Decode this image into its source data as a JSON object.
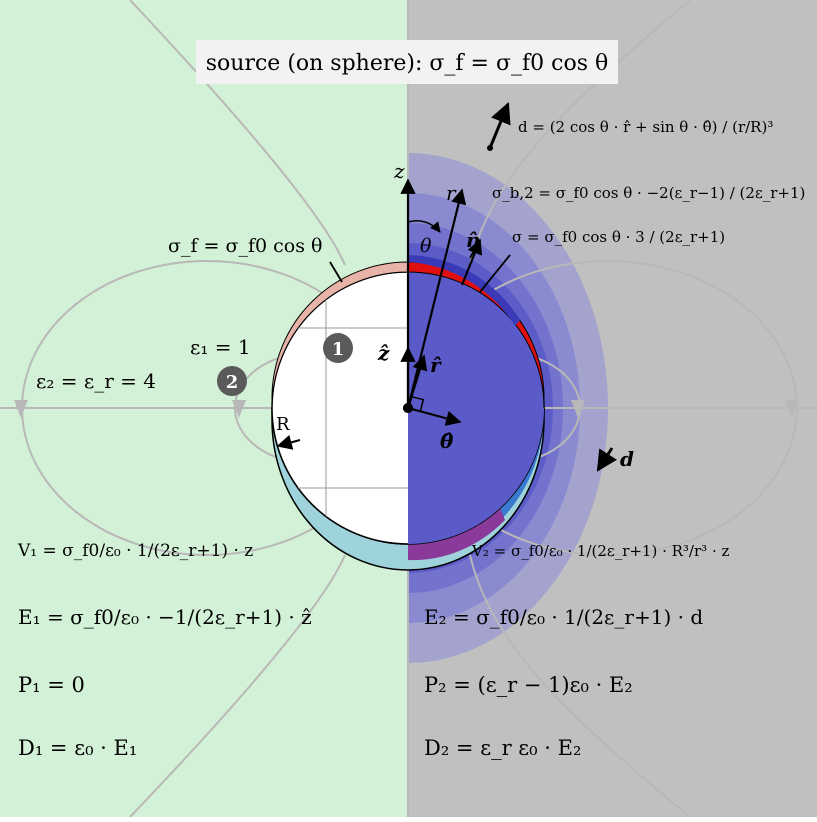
{
  "colors": {
    "left_bg": "#d3f1d7",
    "right_bg": "#c0c0c0",
    "sphere_fill": "#ffffff",
    "blue_inner": "#5a5ac8",
    "red_cap": "#e01010",
    "salmon_cap": "#e8b3a8",
    "cyan_cap": "#9fd3dc",
    "field_line": "#b8b8b8",
    "badge_fill": "#5a5a5a"
  },
  "title": "source (on sphere): σ_f = σ_f0 cos θ",
  "labels": {
    "z_axis": "z",
    "r_axis": "r",
    "theta": "θ",
    "n_hat": "n̂",
    "z_hat": "ẑ",
    "r_hat": "r̂",
    "theta_hat": "θ̂",
    "radius": "R",
    "d_bold": "d",
    "eps1": "ε₁ = 1",
    "eps2": "ε₂ = ε_r = 4",
    "badge1": "1",
    "badge2": "2",
    "sigma_f": "σ_f = σ_f0 cos θ",
    "sigma_b2": "σ_b,2 = σ_f0 cos θ · −2(ε_r−1) / (2ε_r+1)",
    "sigma_total": "σ = σ_f0 cos θ · 3 / (2ε_r+1)",
    "d_formula": "d = (2 cos θ · r̂ + sin θ · θ̂) / (r/R)³"
  },
  "equations_left": {
    "V1": "V₁ = σ_f0/ε₀ · 1/(2ε_r+1) · z",
    "E1": "E₁ = σ_f0/ε₀ · −1/(2ε_r+1) · ẑ",
    "P1": "P₁ = 0",
    "D1": "D₁ = ε₀ · E₁"
  },
  "equations_right": {
    "V2": "V₂ = σ_f0/ε₀ · 1/(2ε_r+1) · R³/r³ · z",
    "E2": "E₂ = σ_f0/ε₀ · 1/(2ε_r+1) · d",
    "P2": "P₂ = (ε_r − 1)ε₀ · E₂",
    "D2": "D₂ = ε_r ε₀ · E₂"
  }
}
